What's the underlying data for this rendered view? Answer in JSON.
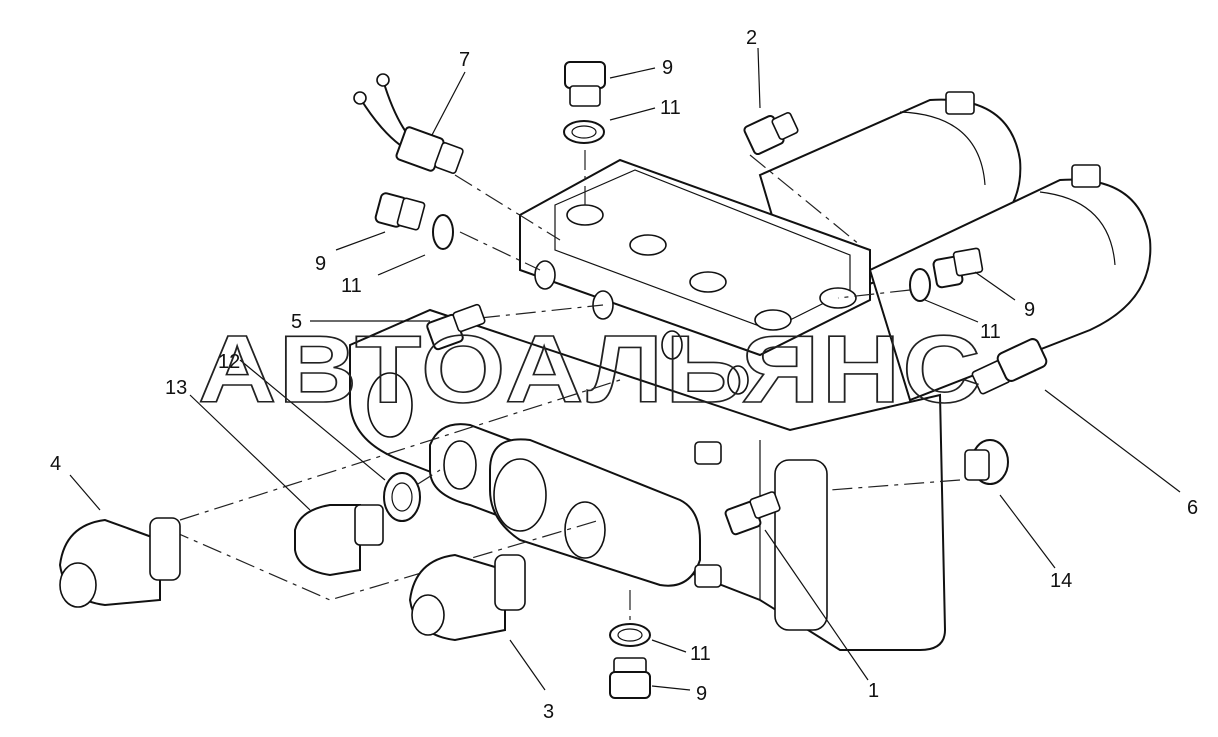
{
  "watermark": "АВТОАЛЬЯНС",
  "callouts": {
    "c1": "1",
    "c2": "2",
    "c3": "3",
    "c4": "4",
    "c5": "5",
    "c6": "6",
    "c7": "7",
    "c9a": "9",
    "c9b": "9",
    "c9c": "9",
    "c9d": "9",
    "c11a": "11",
    "c11b": "11",
    "c11c": "11",
    "c11d": "11",
    "c12": "12",
    "c13": "13",
    "c14": "14"
  }
}
